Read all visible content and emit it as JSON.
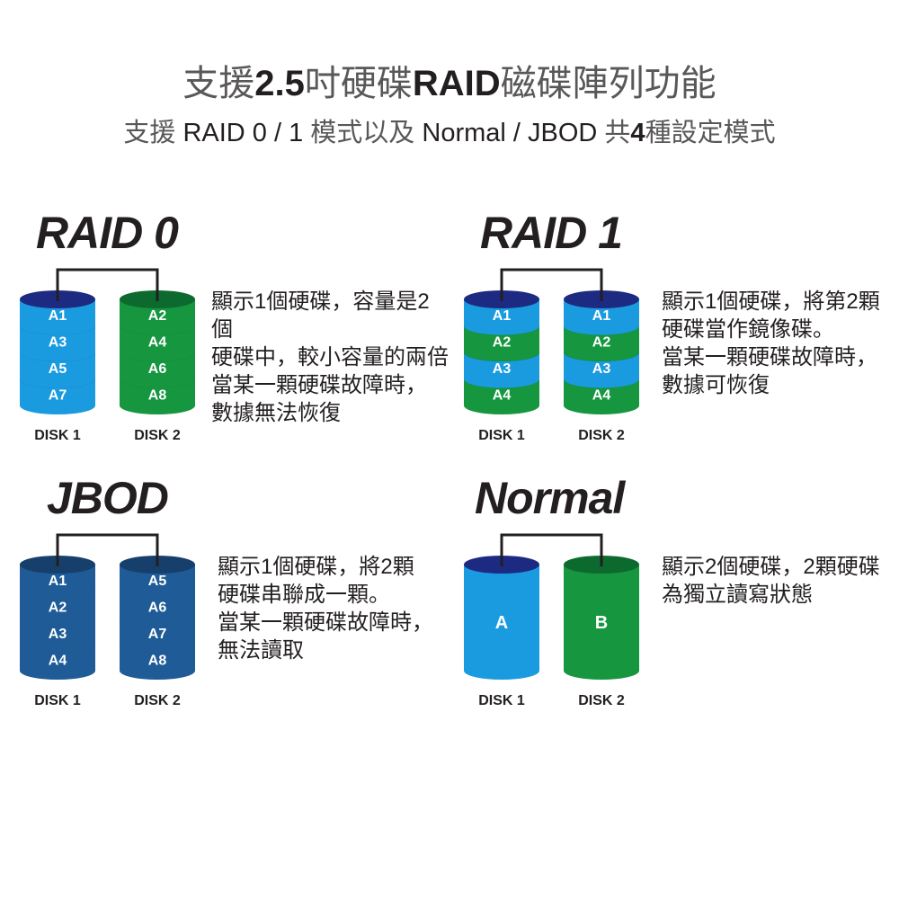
{
  "header": {
    "title_parts": [
      "支援",
      "2.5",
      "吋硬碟",
      "RAID",
      "磁碟陣列功能"
    ],
    "subtitle_parts": [
      "支援 ",
      "RAID 0 / 1",
      " 模式以及 ",
      "Normal / JBOD",
      " 共",
      "4",
      "種設定模式"
    ]
  },
  "colors": {
    "blue_body": "#1a9be0",
    "blue_top": "#1d2a82",
    "green_body": "#15963f",
    "green_top": "#0d6a2e",
    "navy_body": "#1f5c97",
    "navy_top": "#173f6b",
    "connector": "#231f20"
  },
  "sections": [
    {
      "id": "raid0",
      "title": "RAID 0",
      "description": "顯示1個硬碟，容量是2個\n硬碟中，較小容量的兩倍\n當某一顆硬碟故障時，\n數據無法恢復",
      "disks": [
        {
          "label": "DISK 1",
          "slices": [
            {
              "text": "A1",
              "color": "blue"
            },
            {
              "text": "A3",
              "color": "blue"
            },
            {
              "text": "A5",
              "color": "blue"
            },
            {
              "text": "A7",
              "color": "blue"
            }
          ]
        },
        {
          "label": "DISK 2",
          "slices": [
            {
              "text": "A2",
              "color": "green"
            },
            {
              "text": "A4",
              "color": "green"
            },
            {
              "text": "A6",
              "color": "green"
            },
            {
              "text": "A8",
              "color": "green"
            }
          ]
        }
      ]
    },
    {
      "id": "raid1",
      "title": "RAID 1",
      "description": "顯示1個硬碟，將第2顆\n硬碟當作鏡像碟。\n當某一顆硬碟故障時，\n數據可恢復",
      "disks": [
        {
          "label": "DISK 1",
          "slices": [
            {
              "text": "A1",
              "color": "blue"
            },
            {
              "text": "A2",
              "color": "green"
            },
            {
              "text": "A3",
              "color": "blue"
            },
            {
              "text": "A4",
              "color": "green"
            }
          ]
        },
        {
          "label": "DISK 2",
          "slices": [
            {
              "text": "A1",
              "color": "blue"
            },
            {
              "text": "A2",
              "color": "green"
            },
            {
              "text": "A3",
              "color": "blue"
            },
            {
              "text": "A4",
              "color": "green"
            }
          ]
        }
      ]
    },
    {
      "id": "jbod",
      "title": "JBOD",
      "description": "顯示1個硬碟，將2顆\n硬碟串聯成一顆。\n當某一顆硬碟故障時，\n無法讀取",
      "disks": [
        {
          "label": "DISK 1",
          "slices": [
            {
              "text": "A1",
              "color": "navy"
            },
            {
              "text": "A2",
              "color": "navy"
            },
            {
              "text": "A3",
              "color": "navy"
            },
            {
              "text": "A4",
              "color": "navy"
            }
          ]
        },
        {
          "label": "DISK 2",
          "slices": [
            {
              "text": "A5",
              "color": "navy"
            },
            {
              "text": "A6",
              "color": "navy"
            },
            {
              "text": "A7",
              "color": "navy"
            },
            {
              "text": "A8",
              "color": "navy"
            }
          ]
        }
      ]
    },
    {
      "id": "normal",
      "title": "Normal",
      "description": "顯示2個硬碟，2顆硬碟\n為獨立讀寫狀態",
      "disks": [
        {
          "label": "DISK 1",
          "slices": [
            {
              "text": "A",
              "color": "blue"
            }
          ]
        },
        {
          "label": "DISK 2",
          "slices": [
            {
              "text": "B",
              "color": "green"
            }
          ]
        }
      ]
    }
  ]
}
